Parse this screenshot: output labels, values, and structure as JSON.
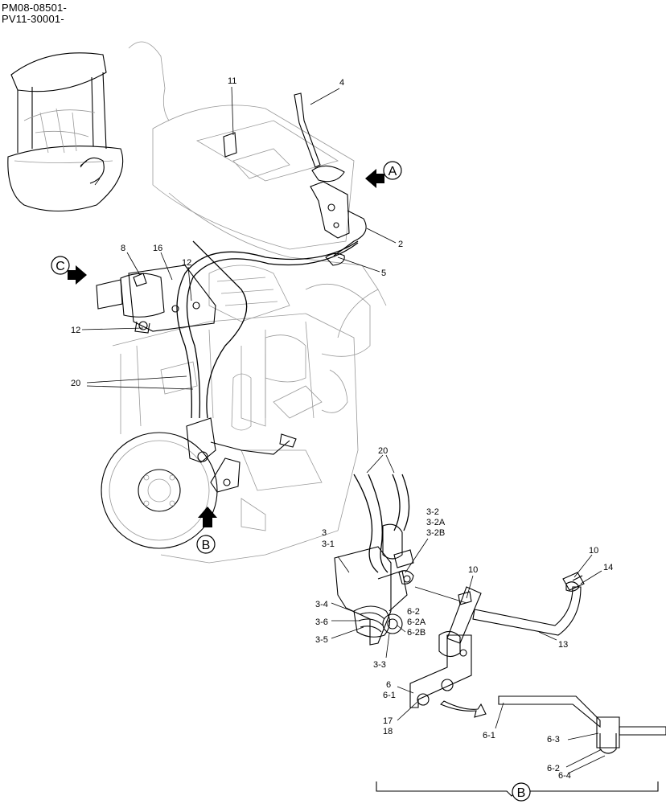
{
  "header": {
    "line1": "PM08-08501-",
    "line2": "PV11-30001-"
  },
  "views": {
    "A": "A",
    "B": "B",
    "C": "C",
    "B_detail": "B"
  },
  "callouts": {
    "p2": "2",
    "p3": "3",
    "p3_1": "3-1",
    "p3_2": "3-2",
    "p3_2A": "3-2A",
    "p3_2B": "3-2B",
    "p3_3": "3-3",
    "p3_4": "3-4",
    "p3_5": "3-5",
    "p3_6": "3-6",
    "p4": "4",
    "p5": "5",
    "p6": "6",
    "p6_1": "6-1",
    "p6_1b": "6-1",
    "p6_2": "6-2",
    "p6_2A": "6-2A",
    "p6_2B": "6-2B",
    "p6_2d": "6-2",
    "p6_3": "6-3",
    "p6_4": "6-4",
    "p8": "8",
    "p10a": "10",
    "p10b": "10",
    "p11": "11",
    "p12a": "12",
    "p12b": "12",
    "p13": "13",
    "p14": "14",
    "p16": "16",
    "p17": "17",
    "p18": "18",
    "p20a": "20",
    "p20b": "20"
  }
}
